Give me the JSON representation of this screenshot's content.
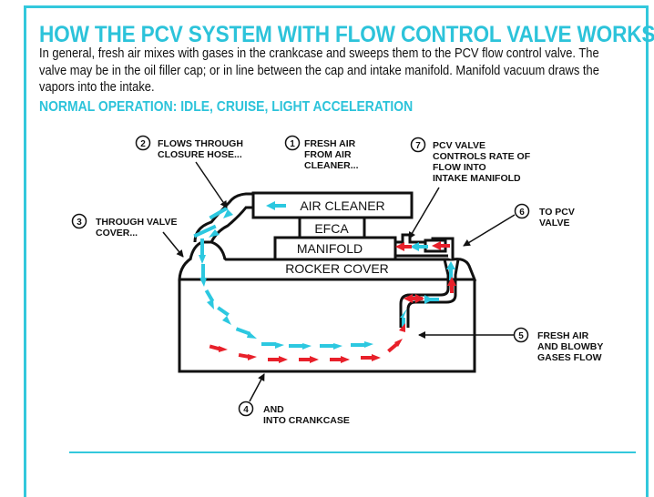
{
  "header": {
    "title": "HOW THE PCV SYSTEM WITH FLOW CONTROL VALVE WORKS",
    "intro": "In general, fresh air mixes with gases in the crankcase and sweeps them to the PCV flow control valve. The valve may be in the oil filler cap; or in line between the cap and intake manifold. Manifold vacuum draws the vapors into the intake.",
    "subtitle": "NORMAL OPERATION: IDLE, CRUISE, LIGHT ACCELERATION"
  },
  "diagram": {
    "components": {
      "air_cleaner": "AIR CLEANER",
      "efca": "EFCA",
      "manifold": "MANIFOLD",
      "rocker_cover": "ROCKER COVER"
    },
    "callouts": [
      {
        "number": "1",
        "lines": [
          "FRESH AIR",
          "FROM AIR",
          "CLEANER..."
        ]
      },
      {
        "number": "2",
        "lines": [
          "FLOWS THROUGH",
          "CLOSURE HOSE..."
        ]
      },
      {
        "number": "3",
        "lines": [
          "THROUGH VALVE",
          "COVER..."
        ]
      },
      {
        "number": "4",
        "lines": [
          "AND",
          "INTO CRANKCASE"
        ]
      },
      {
        "number": "5",
        "lines": [
          "FRESH AIR",
          "AND BLOWBY",
          "GASES FLOW"
        ]
      },
      {
        "number": "6",
        "lines": [
          "TO PCV",
          "VALVE"
        ]
      },
      {
        "number": "7",
        "lines": [
          "PCV VALVE",
          "CONTROLS RATE OF",
          "FLOW INTO",
          "INTAKE MANIFOLD"
        ]
      }
    ],
    "legend_colors": {
      "fresh_air": "#2cc8e0",
      "blowby_gases": "#e8202a"
    }
  }
}
